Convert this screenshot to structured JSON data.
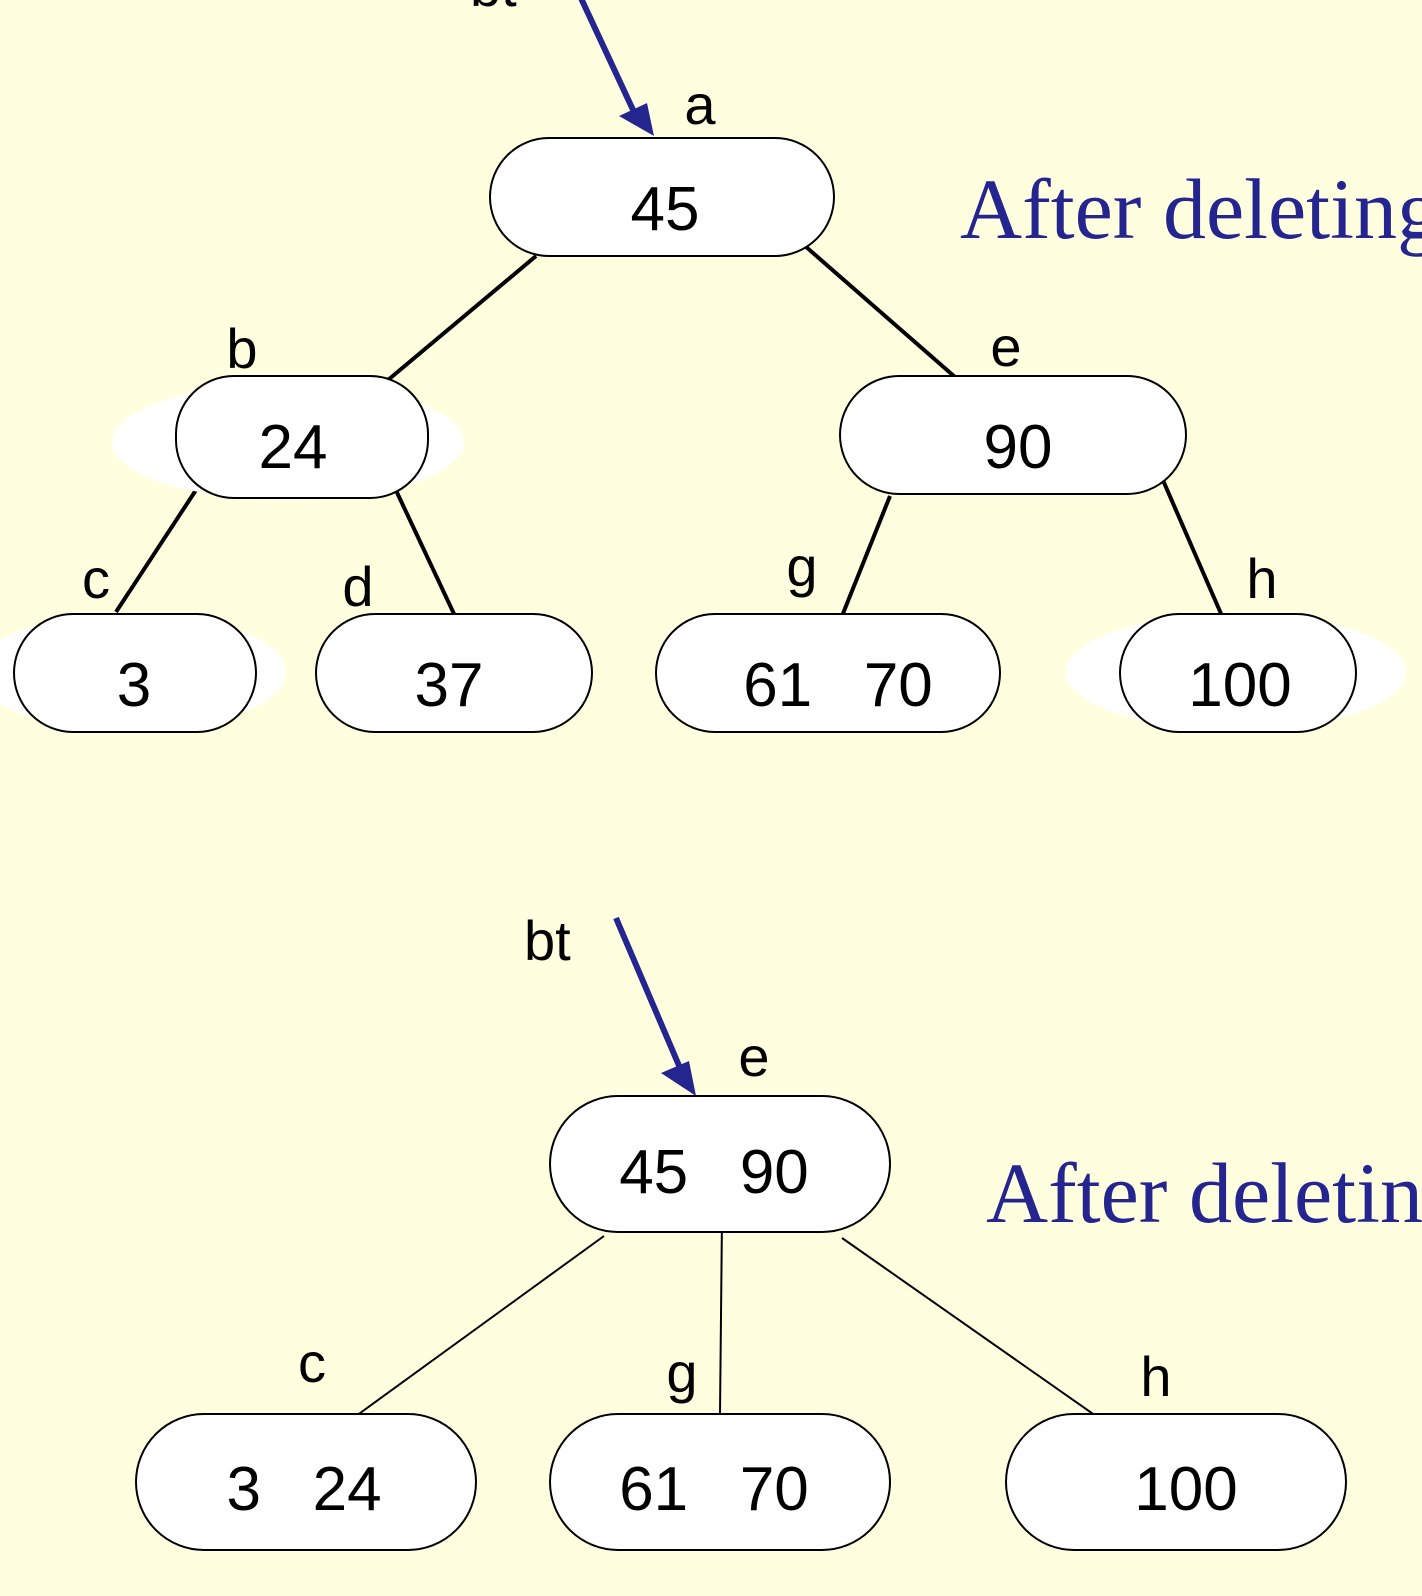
{
  "colors": {
    "background": "#ffffe0",
    "node_fill": "#ffffff",
    "node_stroke": "#000000",
    "accent": "#25258f"
  },
  "tree1": {
    "pointer_label": "bt",
    "caption": "After deleting",
    "nodes": {
      "a": {
        "label": "a",
        "keys": "45"
      },
      "b": {
        "label": "b",
        "keys": "24"
      },
      "e": {
        "label": "e",
        "keys": "90"
      },
      "c": {
        "label": "c",
        "keys": "3"
      },
      "d": {
        "label": "d",
        "keys": "37"
      },
      "g": {
        "label": "g",
        "keys": "61   70"
      },
      "h": {
        "label": "h",
        "keys": "100"
      }
    }
  },
  "tree2": {
    "pointer_label": "bt",
    "caption": "After deleting",
    "nodes": {
      "e": {
        "label": "e",
        "keys": "45   90"
      },
      "c": {
        "label": "c",
        "keys": "3   24"
      },
      "g": {
        "label": "g",
        "keys": "61   70"
      },
      "h": {
        "label": "h",
        "keys": "100"
      }
    }
  }
}
